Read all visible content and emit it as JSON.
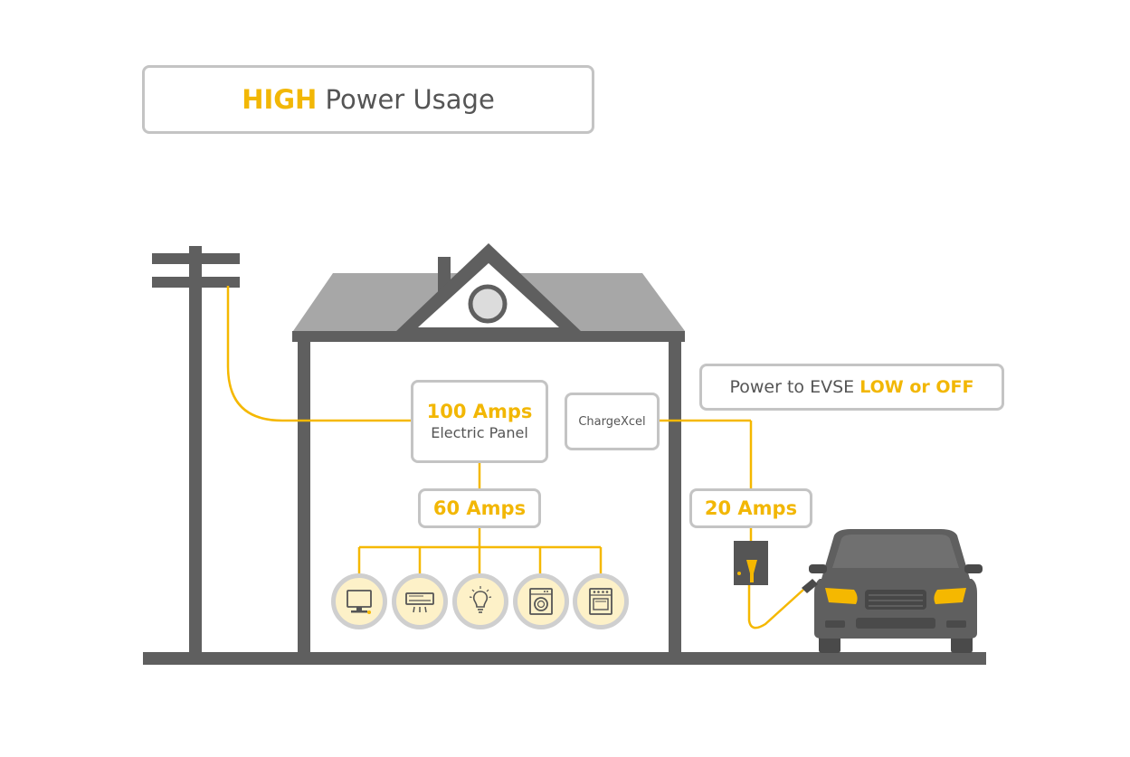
{
  "title": {
    "highlight": "HIGH",
    "rest": " Power Usage"
  },
  "evse_status": {
    "prefix": "Power to EVSE ",
    "highlight": "LOW or OFF"
  },
  "panel": {
    "amps": "100 Amps",
    "label": "Electric Panel"
  },
  "chargexcel": {
    "label": "ChargeXcel"
  },
  "house_load": {
    "label": "60 Amps"
  },
  "evse_load": {
    "label": "20 Amps"
  },
  "appliances": [
    "tv-icon",
    "air-conditioner-icon",
    "light-bulb-icon",
    "washing-machine-icon",
    "oven-icon"
  ],
  "colors": {
    "accent": "#f2b705",
    "wire": "#f5b800",
    "structure": "#5f5f5f",
    "roof": "#a7a7a7",
    "box_border": "#c4c4c4",
    "appliance_fill": "#fdf1c8"
  }
}
